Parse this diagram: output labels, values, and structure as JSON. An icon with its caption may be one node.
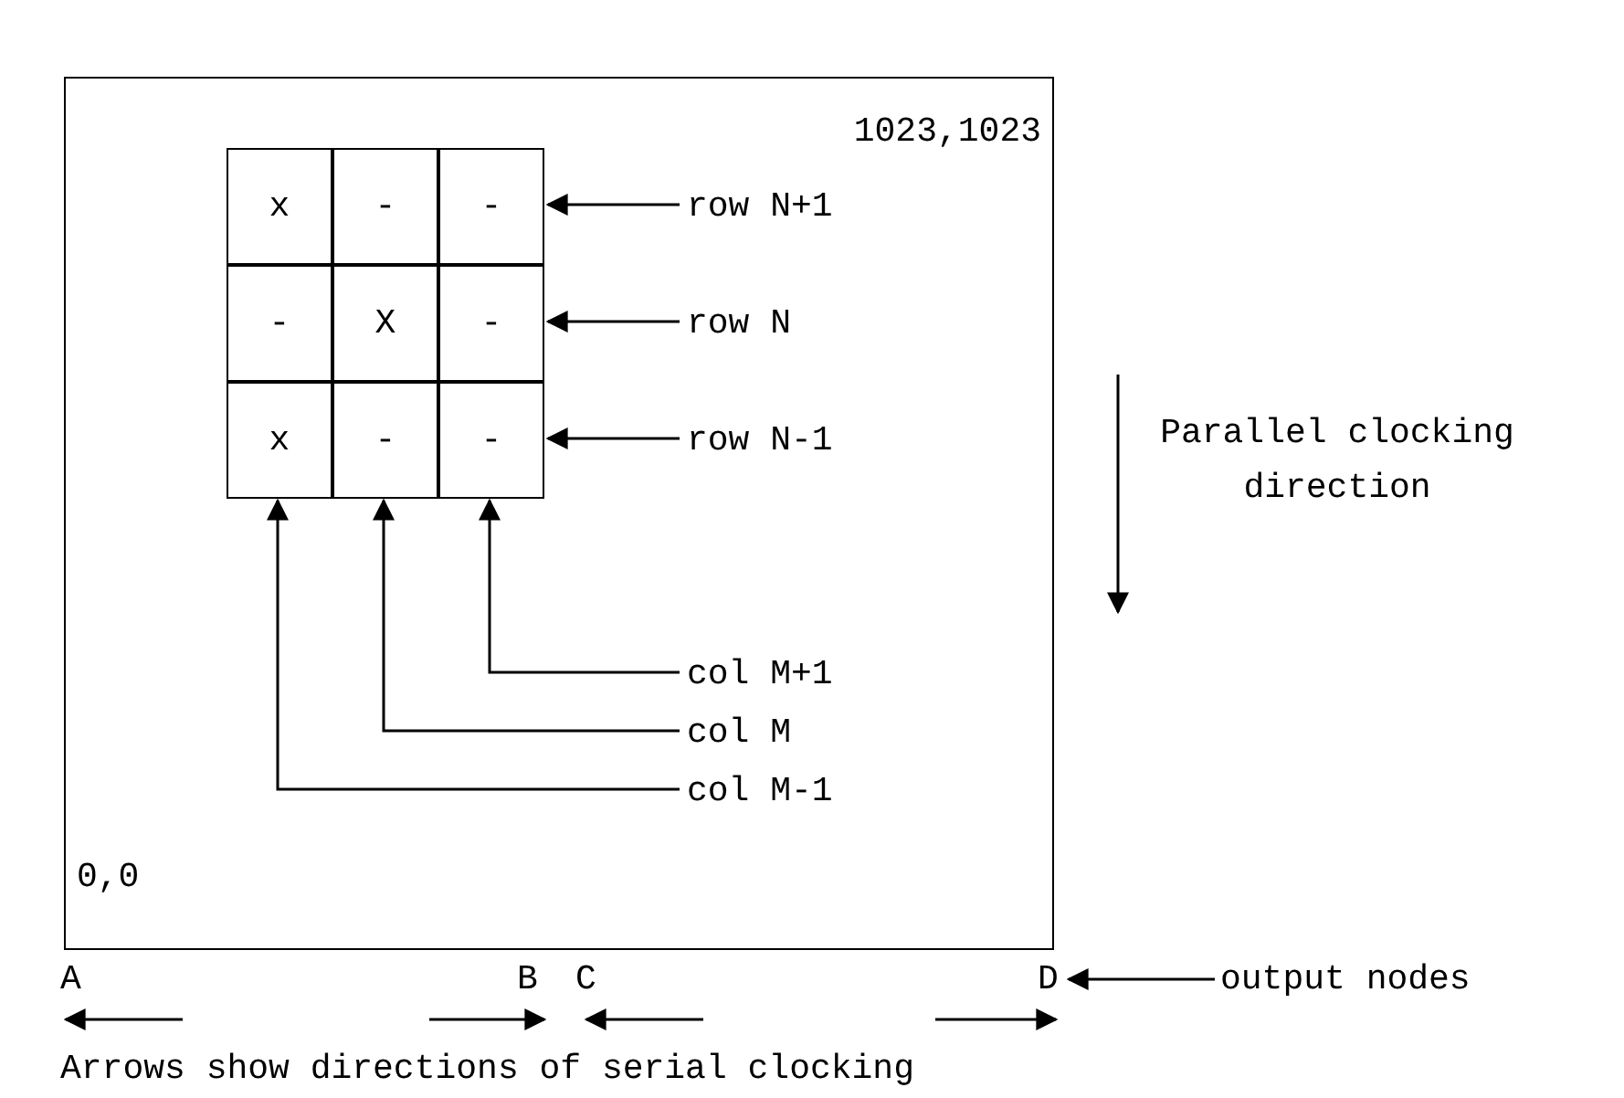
{
  "diagram": {
    "caption": "Arrows show directions of serial clocking",
    "nodes": [
      {
        "text": [
          "1023,1023",
          "0,0"
        ]
      },
      {
        "text": [
          "x"
        ],
        "in": 0
      },
      {
        "text": [
          "-"
        ],
        "in": 0
      },
      {
        "text": [
          "-"
        ],
        "in": 0
      },
      {
        "text": [
          "-"
        ],
        "in": 0
      },
      {
        "text": [
          "X"
        ],
        "in": 0
      },
      {
        "text": [
          "-"
        ],
        "in": 0
      },
      {
        "text": [
          "x"
        ],
        "in": 0
      },
      {
        "text": [
          "-"
        ],
        "in": 0
      },
      {
        "text": [
          "-"
        ],
        "in": 0
      },
      {
        "text": [
          "row N+1"
        ],
        "in": 0
      },
      {
        "text": [
          "row N"
        ],
        "in": 0
      },
      {
        "text": [
          "row N-1"
        ],
        "in": 0
      },
      {
        "text": [
          "col M+1"
        ],
        "in": 0
      },
      {
        "text": [
          "col M"
        ],
        "in": 0
      },
      {
        "text": [
          "col M-1"
        ],
        "in": 0
      },
      {
        "text": [
          "A"
        ]
      },
      {
        "text": [
          "B"
        ]
      },
      {
        "text": [
          "C"
        ]
      },
      {
        "text": [
          "D"
        ]
      },
      {
        "text": [
          "output nodes"
        ]
      }
    ],
    "edges": [
      {
        "from": 10,
        "to": 3,
        "arrow": "to"
      },
      {
        "from": 11,
        "to": 6,
        "arrow": "to"
      },
      {
        "from": 12,
        "to": 9,
        "arrow": "to"
      },
      {
        "from": 13,
        "to": 9,
        "arrow": "to"
      },
      {
        "from": 14,
        "to": 8,
        "arrow": "to"
      },
      {
        "from": 15,
        "to": 7,
        "arrow": "to"
      },
      {
        "from": 20,
        "to": 19,
        "arrow": "to"
      }
    ],
    "labels": [
      "Parallel clocking direction"
    ]
  }
}
